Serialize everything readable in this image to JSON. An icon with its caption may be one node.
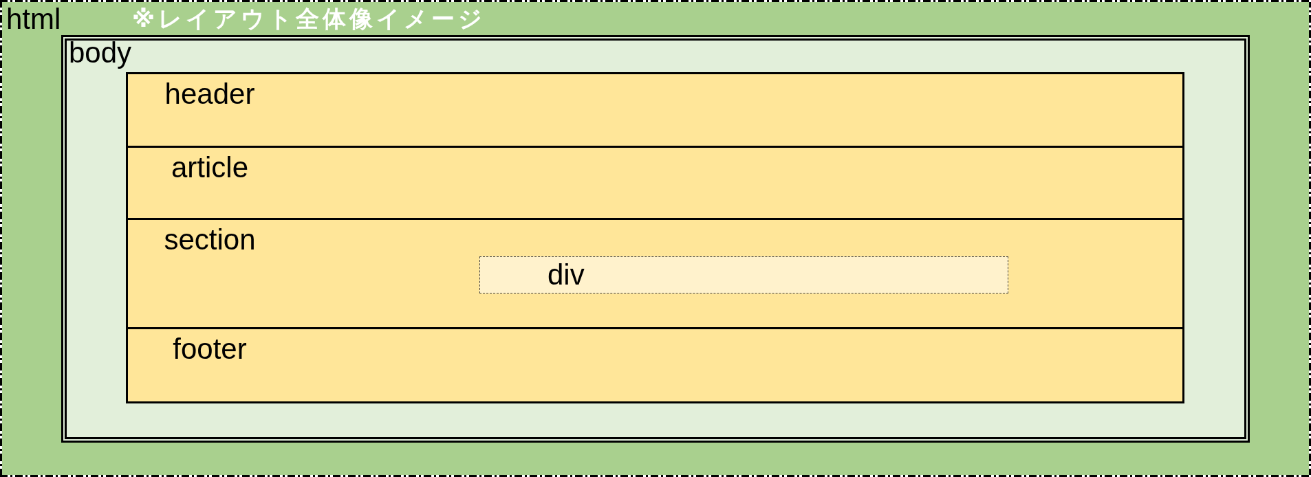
{
  "diagram": {
    "title": "※レイアウト全体像イメージ",
    "nodes": [
      {
        "text": [
          "html"
        ]
      },
      {
        "text": [
          "body"
        ],
        "in": 0
      },
      {
        "text": [
          "header"
        ],
        "in": 1
      },
      {
        "text": [
          "article"
        ],
        "in": 1
      },
      {
        "text": [
          "section"
        ],
        "in": 1
      },
      {
        "text": [
          "div"
        ],
        "in": 4
      },
      {
        "text": [
          "footer"
        ],
        "in": 1
      }
    ]
  }
}
